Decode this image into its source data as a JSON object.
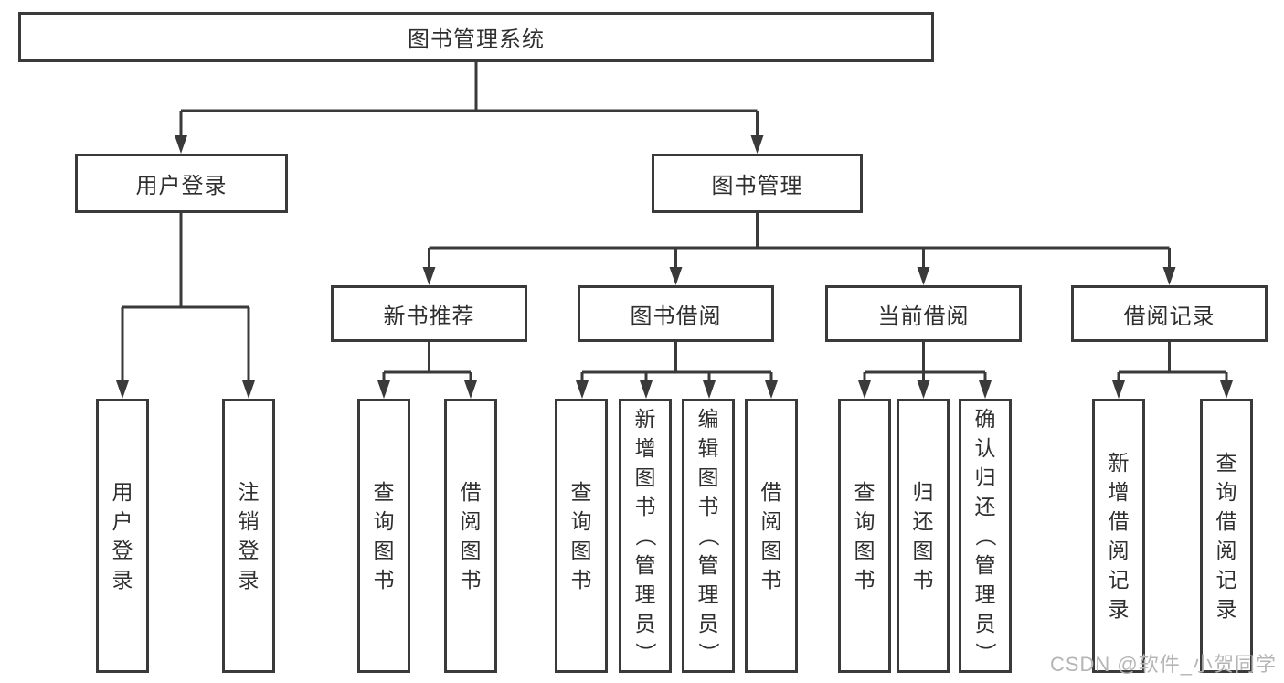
{
  "tree": {
    "root": {
      "label": "图书管理系统"
    },
    "children": [
      {
        "label": "用户登录",
        "children": [
          {
            "label": "用户登录"
          },
          {
            "label": "注销登录"
          }
        ]
      },
      {
        "label": "图书管理",
        "children": [
          {
            "label": "新书推荐",
            "children": [
              {
                "label": "查询图书"
              },
              {
                "label": "借阅图书"
              }
            ]
          },
          {
            "label": "图书借阅",
            "children": [
              {
                "label": "查询图书"
              },
              {
                "label": "新增图书（管理员）"
              },
              {
                "label": "编辑图书（管理员）"
              },
              {
                "label": "借阅图书"
              }
            ]
          },
          {
            "label": "当前借阅",
            "children": [
              {
                "label": "查询图书"
              },
              {
                "label": "归还图书"
              },
              {
                "label": "确认归还（管理员）"
              }
            ]
          },
          {
            "label": "借阅记录",
            "children": [
              {
                "label": "新增借阅记录"
              },
              {
                "label": "查询借阅记录"
              }
            ]
          }
        ]
      }
    ]
  },
  "watermark": "CSDN @软件_小贺同学",
  "colors": {
    "line": "#3a3a3a",
    "box_border": "#3a3a3a",
    "background": "#ffffff",
    "text": "#2f2f2f",
    "watermark": "#b5b5b5"
  }
}
